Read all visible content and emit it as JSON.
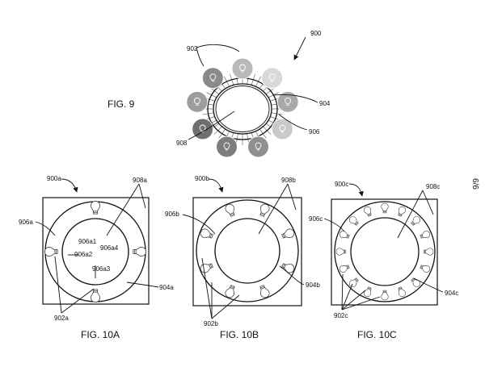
{
  "page": {
    "sheet": "6/6"
  },
  "fig9": {
    "caption": "FIG. 9",
    "refs": {
      "assembly": "900",
      "light": "902",
      "ring": "904",
      "mount": "906",
      "center": "908"
    },
    "bulb_shades": [
      "#b9b9b9",
      "#d9d9d9",
      "#a9a9a9",
      "#c9c9c9",
      "#8f8f8f",
      "#7d7d7d",
      "#6f6f6f",
      "#9d9d9d",
      "#8a8a8a"
    ],
    "bulb_icon": "lightbulb-icon"
  },
  "fig10a": {
    "caption": "FIG. 10A",
    "refs": {
      "assembly": "900a",
      "mount": "906a",
      "center": "908a",
      "ring": "904a",
      "light": "902a",
      "a1": "906a1",
      "a2": "906a2",
      "a3": "906a3",
      "a4": "906a4"
    },
    "bulb_count": 4
  },
  "fig10b": {
    "caption": "FIG. 10B",
    "refs": {
      "assembly": "900b",
      "mount": "906b",
      "center": "908b",
      "ring": "904b",
      "light": "902b"
    },
    "bulb_count": 8
  },
  "fig10c": {
    "caption": "FIG. 10C",
    "refs": {
      "assembly": "900c",
      "mount": "906c",
      "center": "908c",
      "ring": "904c",
      "light": "902c"
    },
    "bulb_count": 16
  }
}
